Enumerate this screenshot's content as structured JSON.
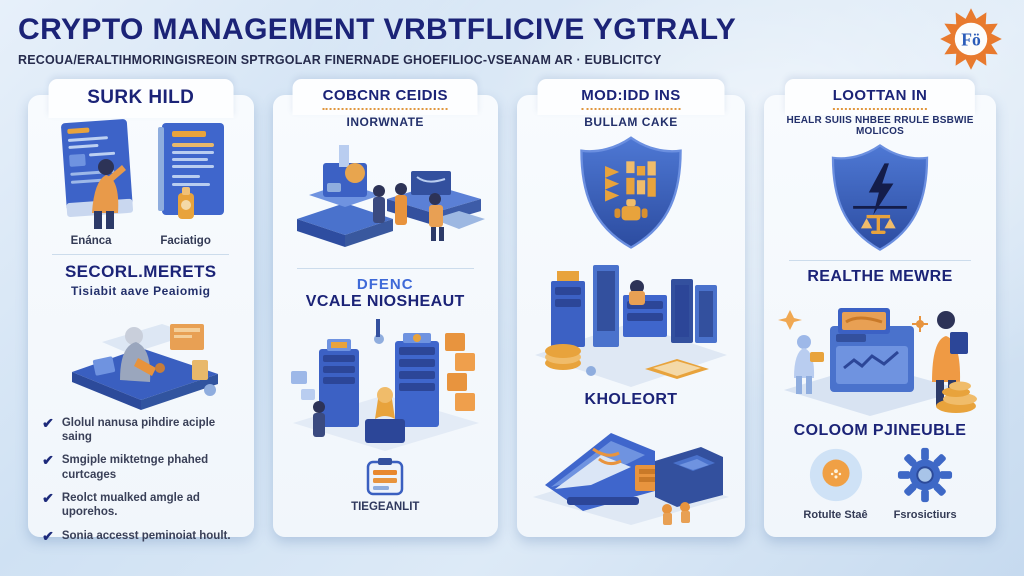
{
  "header": {
    "title": "CRYPTO MANAGEMENT VRBTFLICIVE YGTRALY",
    "subtitle": "RECOUA/ERALTIHMORINGISREOIN SPTRGOLAR FINERNADE GHOEFILIOC-VSEANAM AR · EUBLICITCY",
    "logo_text": "Fö"
  },
  "icons": {
    "check": "✔"
  },
  "columns": [
    {
      "tab": "SURK HILD",
      "panel_labels": [
        "Enánca",
        "Faciatigo"
      ],
      "section_title": "SECORL.MERETS",
      "section_subtitle": "Tisiabit aave Peaiomig",
      "checklist": [
        "Glolul nanusa pihdire aciple saing",
        "Smgiple miktetnge phahed curtcages",
        "Reolct mualked amgle ad uporehos.",
        "Sonia accesst peminoiat hoult."
      ]
    },
    {
      "tab": "COBCNR CEIDIS",
      "subtitle": "INORWNATE",
      "accent_title": "DFENC",
      "section_title": "VCALE NIOSHEAUT",
      "footer_label": "TIEGEANLIT"
    },
    {
      "tab": "MOD:IDD INS",
      "subtitle": "BULLAM CAKE",
      "section_title": "KHOLEORT"
    },
    {
      "tab": "LOOTTAN IN",
      "subtitle": "HEALR SUIIS NHBEE RRULE BSBWIE MOLICOS",
      "section_title": "REALTHE MEWRE",
      "footer_title": "COLOOM PJINEUBLE",
      "footer_items": [
        "Rotulte Staê",
        "Fsrosictiurs"
      ]
    }
  ],
  "colors": {
    "navy": "#1b2377",
    "accent_blue": "#3f6ad8",
    "orange": "#e8872e",
    "shield_blue": "#3a66c4",
    "background": "#d7e5f4"
  }
}
